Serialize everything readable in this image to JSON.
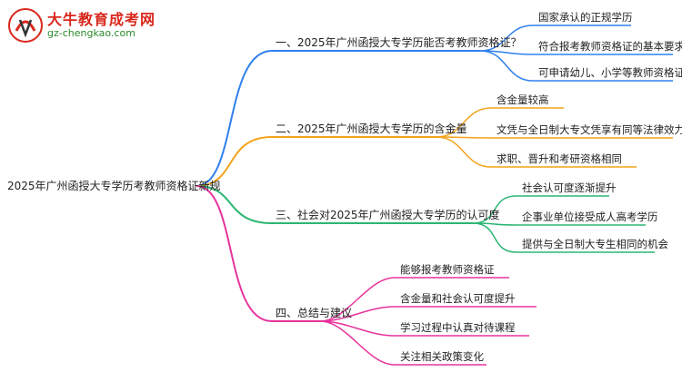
{
  "logo": {
    "name": "大牛教育成考网",
    "url": "gz-chengkao.com"
  },
  "root": {
    "label": "2025年广州函授大专学历考教师资格证新规"
  },
  "branches": [
    {
      "label": "一、2025年广州函授大专学历能否考教师资格证？",
      "color": "#2f80ed",
      "children": [
        "国家承认的正规学历",
        "符合报考教师资格证的基本要求",
        "可申请幼儿、小学等教师资格证"
      ]
    },
    {
      "label": "二、2025年广州函授大专学历的含金量",
      "color": "#f2a31b",
      "children": [
        "含金量较高",
        "文凭与全日制大专文凭享有同等法律效力",
        "求职、晋升和考研资格相同"
      ]
    },
    {
      "label": "三、社会对2025年广州函授大专学历的认可度",
      "color": "#2bb673",
      "children": [
        "社会认可度逐渐提升",
        "企事业单位接受成人高考学历",
        "提供与全日制大专生相同的机会"
      ]
    },
    {
      "label": "四、总结与建议",
      "color": "#e8329b",
      "children": [
        "能够报考教师资格证",
        "含金量和社会认可度提升",
        "学习过程中认真对待课程",
        "关注相关政策变化"
      ]
    }
  ]
}
